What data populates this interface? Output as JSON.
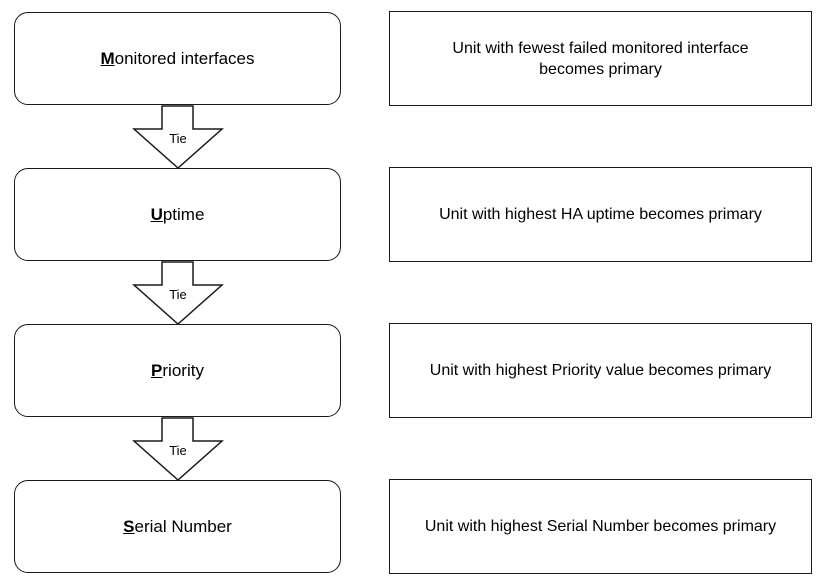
{
  "steps": [
    {
      "first": "M",
      "rest": "onitored interfaces"
    },
    {
      "first": "U",
      "rest": "ptime"
    },
    {
      "first": "P",
      "rest": "riority"
    },
    {
      "first": "S",
      "rest": "erial Number"
    }
  ],
  "outcomes": [
    "Unit with fewest failed monitored interface becomes primary",
    "Unit with highest HA uptime becomes primary",
    "Unit with highest Priority value becomes primary",
    "Unit with highest Serial Number becomes primary"
  ],
  "arrows": [
    {
      "label": "Tie"
    },
    {
      "label": "Tie"
    },
    {
      "label": "Tie"
    }
  ]
}
